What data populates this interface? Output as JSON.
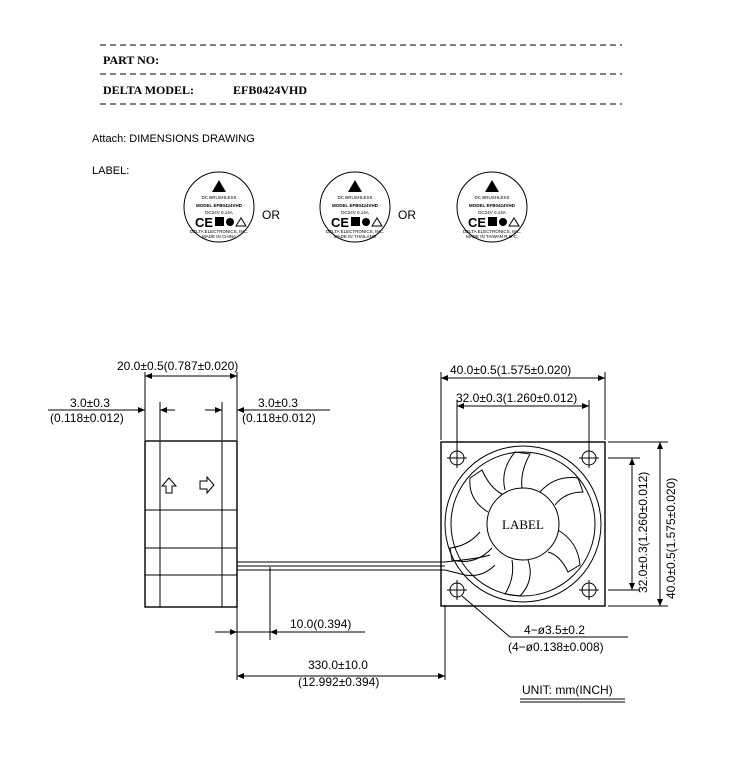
{
  "header": {
    "part_no_label": "PART NO:",
    "delta_model_label": "DELTA MODEL:",
    "delta_model_value": "EFB0424VHD"
  },
  "attach_text": "Attach: DIMENSIONS DRAWING",
  "label_heading": "LABEL:",
  "label_badges": [
    {
      "line1": "DC BRUSHLESS",
      "model": "MODEL  EFB0424VHD",
      "rating": "DC24V  0.14A",
      "footer": "DELTA ELECTRONICS, INC.",
      "origin": "MADE IN CHINA"
    },
    {
      "line1": "DC BRUSHLESS",
      "model": "MODEL  EFB0424VHD",
      "rating": "DC24V  0.14A",
      "footer": "DELTA ELECTRONICS, INC.",
      "origin": "MADE IN THAILAND"
    },
    {
      "line1": "DC BRUSHLESS",
      "model": "MODEL  EFB0424VHD",
      "rating": "DC24V  0.14A",
      "footer": "DELTA ELECTRONICS, INC.",
      "origin": "MADE IN TAIWAN R.O.C."
    }
  ],
  "or_text": "OR",
  "dimensions": {
    "side_width": "20.0±0.5(0.787±0.020)",
    "left_offset_top": "3.0±0.3",
    "left_offset_bottom": "(0.118±0.012)",
    "right_offset_top": "3.0±0.3",
    "right_offset_bottom": "(0.118±0.012)",
    "front_width": "40.0±0.5(1.575±0.020)",
    "hole_spacing": "32.0±0.3(1.260±0.012)",
    "right_height": "40.0±0.5(1.575±0.020)",
    "right_hole_spacing": "32.0±0.3(1.260±0.012)",
    "wire_strip": "10.0(0.394)",
    "lead_length_top": "330.0±10.0",
    "lead_length_bottom": "(12.992±0.394)",
    "hole_dia_top": "4−ø3.5±0.2",
    "hole_dia_bottom": "(4−ø0.138±0.008)"
  },
  "fan_label": "LABEL",
  "unit_text": "UNIT: mm(INCH)"
}
